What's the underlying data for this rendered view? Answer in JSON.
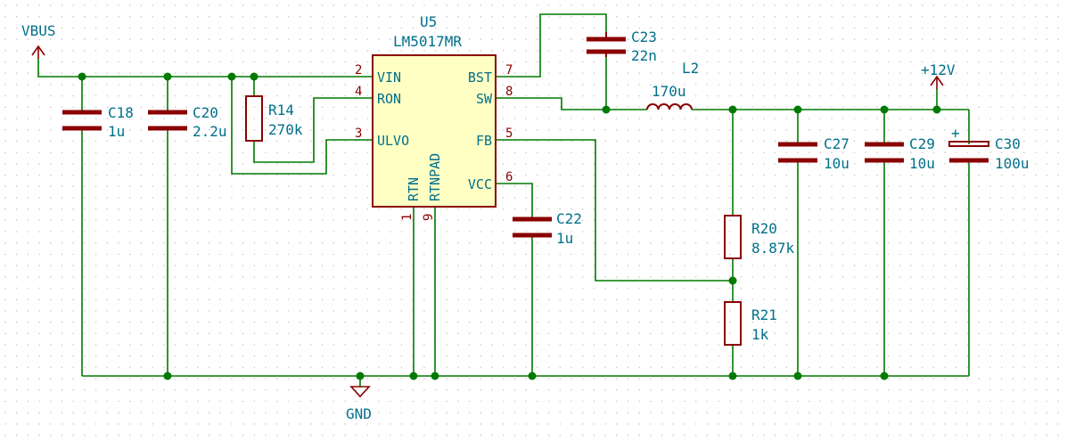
{
  "power": {
    "vbus": "VBUS",
    "v12": "+12V",
    "gnd": "GND"
  },
  "ic": {
    "ref": "U5",
    "value": "LM5017MR",
    "pins": {
      "vin": {
        "name": "VIN",
        "num": "2"
      },
      "ron": {
        "name": "RON",
        "num": "4"
      },
      "ulvo": {
        "name": "ULVO",
        "num": "3"
      },
      "rtn": {
        "name": "RTN",
        "num": "1"
      },
      "rtnpad": {
        "name": "RTNPAD",
        "num": "9"
      },
      "bst": {
        "name": "BST",
        "num": "7"
      },
      "sw": {
        "name": "SW",
        "num": "8"
      },
      "fb": {
        "name": "FB",
        "num": "5"
      },
      "vcc": {
        "name": "VCC",
        "num": "6"
      }
    }
  },
  "parts": {
    "c18": {
      "ref": "C18",
      "value": "1u"
    },
    "c20": {
      "ref": "C20",
      "value": "2.2u"
    },
    "r14": {
      "ref": "R14",
      "value": "270k"
    },
    "c23": {
      "ref": "C23",
      "value": "22n"
    },
    "l2": {
      "ref": "L2",
      "value": "170u"
    },
    "c22": {
      "ref": "C22",
      "value": "1u"
    },
    "r20": {
      "ref": "R20",
      "value": "8.87k"
    },
    "r21": {
      "ref": "R21",
      "value": "1k"
    },
    "c27": {
      "ref": "C27",
      "value": "10u"
    },
    "c29": {
      "ref": "C29",
      "value": "10u"
    },
    "c30": {
      "ref": "C30",
      "value": "100u",
      "polarity": "+"
    }
  },
  "colors": {
    "wire": "#007a00",
    "component": "#8a0000",
    "text": "#00708a",
    "chip_fill": "#ffffc4",
    "grid": "#c9c9c9"
  }
}
